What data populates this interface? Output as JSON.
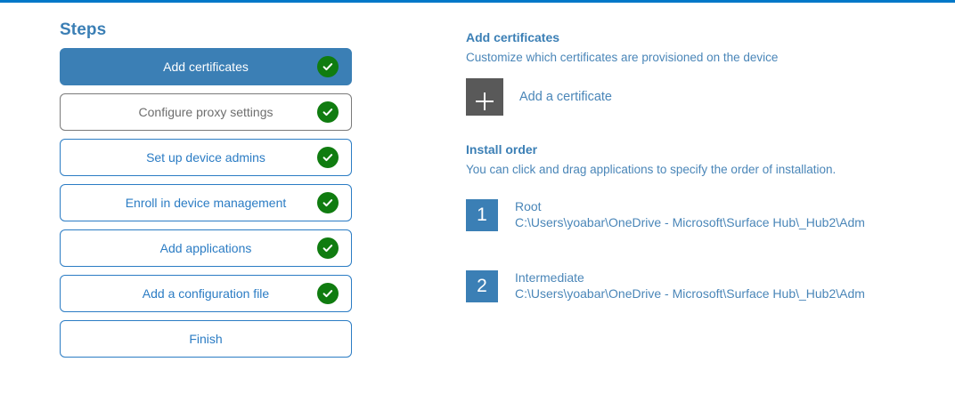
{
  "accent": {
    "blue": "#3b7fb5",
    "border_blue": "#2b7cc4",
    "top_rule": "#0078c8",
    "green": "#107c10",
    "gray_tile": "#595959",
    "muted_border": "#7a7a7a"
  },
  "steps": {
    "title": "Steps",
    "items": [
      {
        "label": "Add certificates",
        "state": "active",
        "completed": true,
        "check_icon": "check-circle-icon"
      },
      {
        "label": "Configure proxy settings",
        "state": "muted",
        "completed": true,
        "check_icon": "check-circle-icon"
      },
      {
        "label": "Set up device admins",
        "state": "normal",
        "completed": true,
        "check_icon": "check-circle-icon"
      },
      {
        "label": "Enroll in device management",
        "state": "normal",
        "completed": true,
        "check_icon": "check-circle-icon"
      },
      {
        "label": "Add applications",
        "state": "normal",
        "completed": true,
        "check_icon": "check-circle-icon"
      },
      {
        "label": "Add a configuration file",
        "state": "normal",
        "completed": true,
        "check_icon": "check-circle-icon"
      },
      {
        "label": "Finish",
        "state": "normal",
        "completed": false,
        "check_icon": ""
      }
    ]
  },
  "detail": {
    "certificates": {
      "heading": "Add certificates",
      "description": "Customize which certificates are provisioned on the device",
      "add_label": "Add a certificate",
      "add_icon": "plus-icon"
    },
    "install_order": {
      "heading": "Install order",
      "description": "You can click and drag applications to specify the order of installation.",
      "items": [
        {
          "order": "1",
          "name": "Root",
          "path": "C:\\Users\\yoabar\\OneDrive - Microsoft\\Surface Hub\\_Hub2\\Adm"
        },
        {
          "order": "2",
          "name": "Intermediate",
          "path": "C:\\Users\\yoabar\\OneDrive - Microsoft\\Surface Hub\\_Hub2\\Adm"
        }
      ]
    }
  }
}
